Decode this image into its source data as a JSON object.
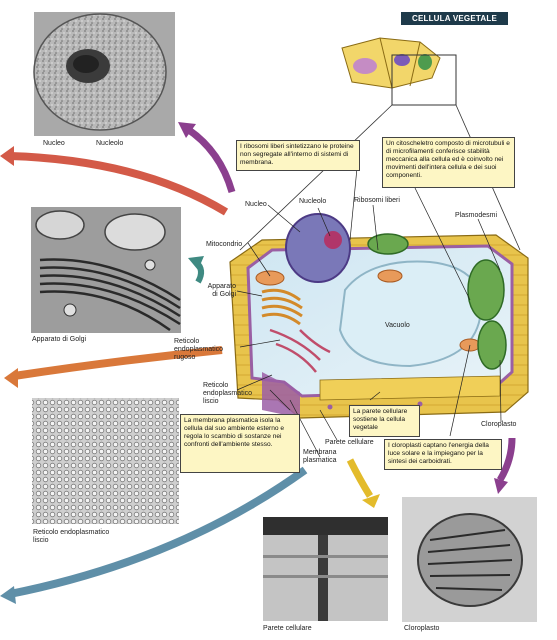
{
  "title": "CELLULA VEGETALE",
  "micrographs": {
    "nucleus": [
      "Nucleo",
      "Nucleolo"
    ],
    "golgi": "Apparato di Golgi",
    "smooth_er": "Reticolo endoplasmatico\nliscio",
    "cell_wall": "Parete cellulare",
    "chloroplast": "Cloroplasto"
  },
  "labels": {
    "nucleo": "Nucleo",
    "nucleolo": "Nucleolo",
    "ribosomi": "Ribosomi liberi",
    "plasmodesmi": "Plasmodesmi",
    "mitocondrio": "Mitocondrio",
    "golgi": "Apparato\ndi Golgi",
    "rer": "Reticolo\nendoplasmatico\nrugoso",
    "ser": "Reticolo\nendoplasmatico\nliscio",
    "vacuolo": "Vacuolo",
    "parete": "Parete cellulare",
    "membrana": "Membrana\nplasmatica",
    "cloroplasto": "Cloroplasto"
  },
  "notes": {
    "ribosomi": "I ribosomi liberi sintetizzano le proteine non segregate all'interno di sistemi di membrana.",
    "citoscheletro": "Un citoscheletro composto di microtubuli e di microfilamenti conferisce stabilità meccanica alla cellula ed è coinvolto nei movimenti dell'intera cellula e dei suoi componenti.",
    "membrana": "La membrana plasmatica isola la cellula dal suo ambiente esterno e regola lo scambio di sostanze nei confronti dell'ambiente stesso.",
    "parete": "La parete cellulare sostiene la cellula vegetale",
    "cloroplasti": "I cloroplasti captano l'energia della luce solare e la impiegano per la sintesi dei carboidrati."
  },
  "colors": {
    "title_bg": "#1e3a4a",
    "note_bg": "#fdf6c4",
    "cell_wall": "#e8c44c",
    "arrow_purple": "#8b3f8e",
    "arrow_red": "#d35a48",
    "arrow_teal": "#3f8a82",
    "arrow_orange": "#d9783a",
    "arrow_yellow": "#e3bb2b",
    "arrow_blue": "#5f8fa8"
  }
}
